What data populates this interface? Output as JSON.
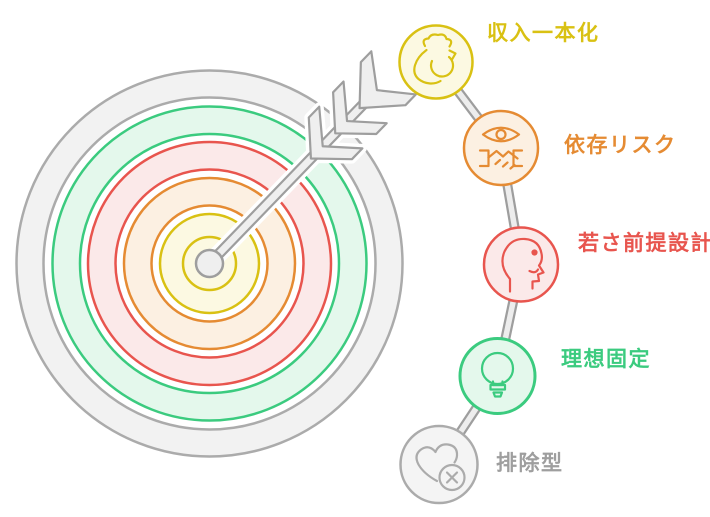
{
  "diagram": {
    "kind": "target-with-arrow and five-step node chain",
    "center_graphic": "dartboard-with-arrow",
    "nodes": [
      {
        "label": "収入一本化",
        "icon": "money-bag-refresh-icon",
        "color": "#D9C010",
        "fill": "#FCF9E2"
      },
      {
        "label": "依存リスク",
        "icon": "eye-handshake-icon",
        "color": "#E58B33",
        "fill": "#FCF0E2"
      },
      {
        "label": "若さ前提設計",
        "icon": "head-profile-icon",
        "color": "#E8554E",
        "fill": "#FBE9E9"
      },
      {
        "label": "理想固定",
        "icon": "lightbulb-icon",
        "color": "#3BCB7F",
        "fill": "#E4F8EC"
      },
      {
        "label": "排除型",
        "icon": "heart-x-icon",
        "color": "#ABABAB",
        "fill": "#F2F2F2",
        "label_color": "#9E9E9E"
      }
    ]
  },
  "colors": {
    "yellow": "#D9C113",
    "yellow_fill": "#FCF9E2",
    "orange": "#E58B33",
    "orange_fill": "#FCF0E2",
    "red": "#E8554E",
    "red_fill": "#FBE9E9",
    "green": "#3BCB7F",
    "green_fill": "#E4F8EC",
    "gray": "#ABABAB",
    "gray_fill": "#F2F2F2",
    "gray_fill2": "#F4F4F4",
    "gray_text": "#9E9E9E",
    "arrow_fill": "#EFEFEF",
    "arrow_stroke": "#9E9E9E",
    "link_inner": "#EDEDED"
  }
}
